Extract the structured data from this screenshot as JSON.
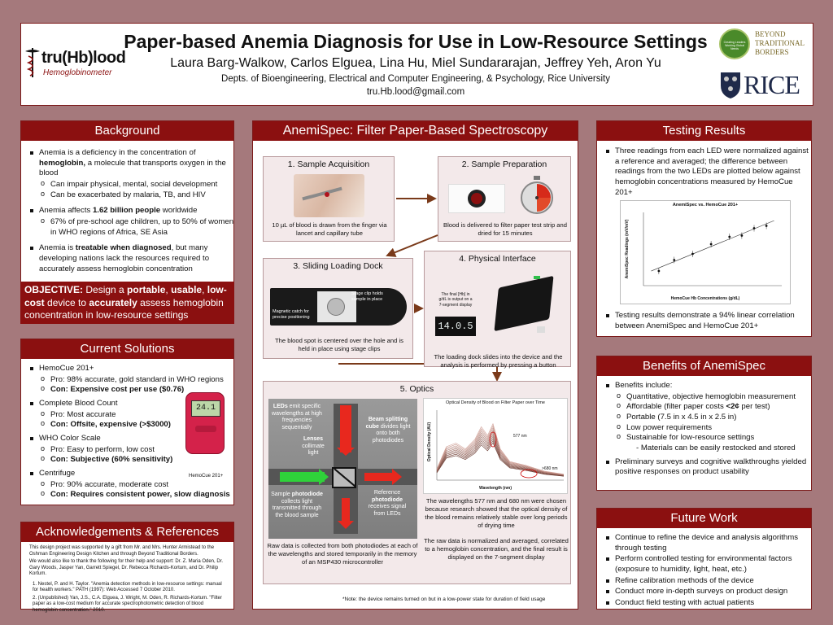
{
  "header": {
    "title": "Paper-based Anemia Diagnosis for Use in Low-Resource Settings",
    "authors": "Laura Barg-Walkow, Carlos Elguea, Lina Hu, Miel Sundararajan, Jeffrey Yeh, Aron Yu",
    "affiliation": "Depts. of Bioengineering, Electrical and Computer Engineering, & Psychology, Rice University",
    "email": "tru.Hb.lood@gmail.com",
    "logo_main": "tru(Hb)lood",
    "logo_sub": "Hemoglobinometer",
    "btb_line1": "BEYOND",
    "btb_line2": "TRADITIONAL",
    "btb_line3": "BORDERS",
    "btb_badge": "Creating Leaders Working Global Needs",
    "rice": "RICE"
  },
  "background": {
    "heading": "Background",
    "b1_pre": "Anemia is a deficiency in the concentration of ",
    "b1_bold": "hemoglobin,",
    "b1_post": " a molecule that transports oxygen in the blood",
    "b1_s1": "Can impair physical, mental, social development",
    "b1_s2": "Can be exacerbated by malaria, TB, and HIV",
    "b2_pre": "Anemia affects ",
    "b2_bold": "1.62 billion people",
    "b2_post": " worldwide",
    "b2_s1": "67%  of pre-school age children, up to 50% of women in WHO regions of Africa, SE Asia",
    "b3_pre": "Anemia is ",
    "b3_bold": "treatable when diagnosed",
    "b3_post": ", but many developing nations lack the resources required to accurately assess hemoglobin concentration",
    "obj_label": "OBJECTIVE:",
    "obj_1": "  Design a ",
    "obj_2": "portable",
    "obj_3": ", ",
    "obj_4": "usable",
    "obj_5": ", ",
    "obj_6": "low-cost",
    "obj_7": " device to ",
    "obj_8": "accurately",
    "obj_9": " assess hemoglobin concentration in low-resource settings"
  },
  "solutions": {
    "heading": "Current Solutions",
    "h1": "HemoCue 201+",
    "h1_s1": "Pro: 98% accurate, gold standard in WHO regions",
    "h1_s2": "Con: Expensive cost per use ($0.76)",
    "h2": "Complete Blood Count",
    "h2_s1": "Pro: Most accurate",
    "h2_s2": "Con: Offsite, expensive (>$3000)",
    "h3": "WHO Color Scale",
    "h3_s1": "Pro: Easy to perform, low cost",
    "h3_s2": "Con: Subjective (60% sensitivity)",
    "h4": "Centrifuge",
    "h4_s1": "Pro: 90% accurate, moderate cost",
    "h4_s2": "Con: Requires consistent power, slow diagnosis",
    "device_caption": "HemoCue 201+",
    "device_screen": "24.1"
  },
  "ack": {
    "heading": "Acknowledgements & References",
    "p1": "This design project was supported by a gift from Mr. and Mrs. Hunter Armistead to the Oshman Engineering Design Kitchen and through Beyond Traditional Borders.",
    "p2": "We would also like to thank the following for their help and support: Dr. Z. Maria Oden, Dr. Gary Woods, Jasper Yan, Garrett Spiegel, Dr. Rebecca Richards-Kortum, and Dr. Philip Kortum.",
    "r1": "1.   Nestel, P. and H. Taylor. \"Anemia detection methods in low-resource settings: manual for health workers.\" PATH (1997): Web Accessed 7 October 2010.",
    "r2": "2.   (Unpublished)  Yan, J.S., C.A. Elguea, J. Wright, M. Oden, R. Richards-Kortum. \"Filter paper as a low-cost medium for accurate spectrophotometric detection of blood hemoglobin concentration.\" 2010."
  },
  "anemispec": {
    "heading": "AnemiSpec: Filter Paper-Based Spectroscopy",
    "s1_title": "1. Sample Acquisition",
    "s1_cap": "10 µL of blood is drawn from the finger via lancet and capillary tube",
    "s2_title": "2. Sample Preparation",
    "s2_cap": "Blood is delivered to filter paper test strip and dried for 15 minutes",
    "s3_title": "3. Sliding Loading Dock",
    "s3_lbl1": "Stage clip holds sample in place",
    "s3_lbl2": "Magnetic catch for precise positioning",
    "s3_cap": "The blood spot is centered over the hole and is held in place using stage clips",
    "s4_title": "4. Physical Interface",
    "s4_lbl": "The final [Hb] in g/dL is output on a 7-segment display",
    "s4_display": "14.0.5",
    "s4_cap": "The loading dock slides into the device and the analysis is performed by pressing a button",
    "s5_title": "5. Optics",
    "o_led_b": "LEDs",
    "o_led": " emit specific wavelengths at high frequencies sequentially",
    "o_lens_b": "Lenses",
    "o_lens": " collimate light",
    "o_cube_b": "Beam splitting cube",
    "o_cube": " divides light onto both photodiodes",
    "o_samp_pre": "Sample ",
    "o_samp_b": "photodiode",
    "o_samp": " collects light transmitted through the blood sample",
    "o_ref_pre": "Reference ",
    "o_ref_b": "photodiode",
    "o_ref": " receives signal from LEDs",
    "o_cap": "Raw data is collected from both photodiodes at each of the wavelengths and stored temporarily in the memory of an MSP430 microcontroller",
    "spec_cap": "The wavelengths 577 nm and 680 nm were chosen because research showed that the optical density of the blood remains relatively stable over long periods of drying time",
    "raw_cap": "The raw data is normalized and averaged, correlated to a hemoglobin concentration, and the final result is displayed on the 7-segment display",
    "note": "*Note: the device remains  turned on but in a low-power state for duration of field usage"
  },
  "testing": {
    "heading": "Testing Results",
    "b1": "Three readings from each LED were normalized against a reference and averaged; the difference between readings from the two LEDs are plotted below against hemoglobin concentrations measured by HemoCue 201+",
    "b2": "Testing results demonstrate a 94% linear correlation between AnemiSpec and HemoCue 201+"
  },
  "benefits": {
    "heading": "Benefits of AnemiSpec",
    "b1": "Benefits include:",
    "s1": "Quantitative, objective hemoglobin measurement",
    "s2_pre": "Affordable (filter paper costs ",
    "s2_b": "<2¢",
    "s2_post": " per test)",
    "s3": "Portable  (7.5 in x 4.5 in x 2.5 in)",
    "s4": "Low power requirements",
    "s5": "Sustainable for low-resource settings",
    "s5_sub": "-  Materials can be easily restocked and stored",
    "b2": "Preliminary surveys and cognitive walkthroughs yielded positive responses on product usability"
  },
  "future": {
    "heading": "Future Work",
    "items": [
      "Continue to refine the device and analysis algorithms through testing",
      "Perform controlled testing for environmental factors (exposure to humidity, light, heat, etc.)",
      "Refine calibration methods of the device",
      "Conduct more in-depth surveys on product design",
      "Conduct field testing with actual patients"
    ]
  },
  "chart_data": [
    {
      "type": "scatter",
      "title": "AnemiSpec vs. HemoCue 201+",
      "xlabel": "HemoCue Hb Concentrations (g/dL)",
      "ylabel": "AnemiSpec Readings (mV/mV)",
      "x": [
        8.0,
        9.0,
        10.2,
        11.4,
        12.6,
        13.4,
        14.2,
        15.0
      ],
      "y": [
        0.22,
        0.31,
        0.36,
        0.44,
        0.5,
        0.51,
        0.57,
        0.59
      ],
      "trendline": true,
      "grid": false
    },
    {
      "type": "line",
      "title": "Optical Density of Blood on Filter Paper over Time",
      "xlabel": "Wavelength (nm)",
      "ylabel": "Optical Density (AU)",
      "xlim": [
        400,
        800
      ],
      "annotations": [
        "577 nm",
        ">680 nm"
      ],
      "series_count": 10
    }
  ],
  "colors": {
    "banner": "#8b1010",
    "bg": "#a5797c",
    "step_box": "#f3e9ea",
    "arrow": "#7a3a1a"
  }
}
